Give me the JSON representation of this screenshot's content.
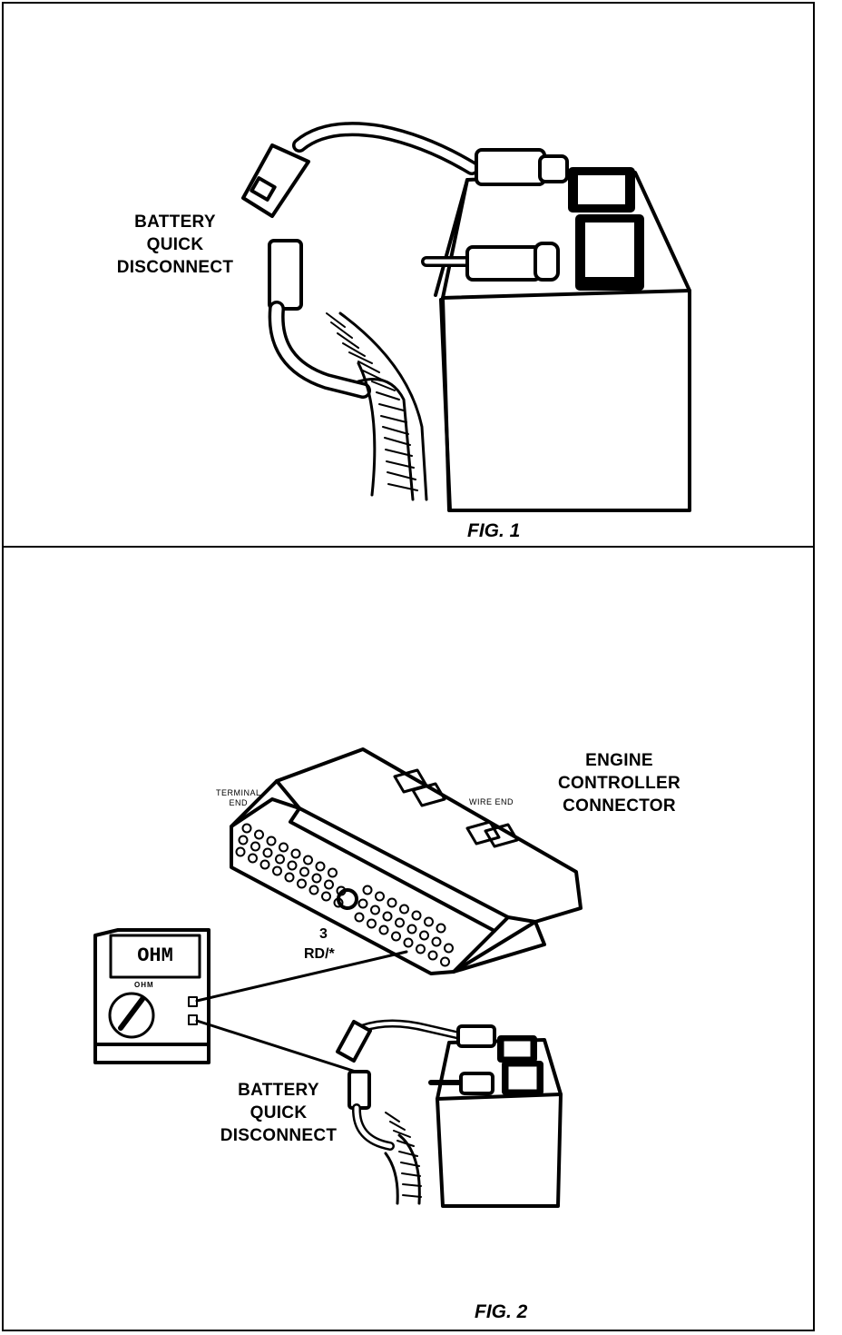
{
  "fig1": {
    "label_line1": "BATTERY",
    "label_line2": "QUICK",
    "label_line3": "DISCONNECT",
    "caption": "FIG. 1"
  },
  "fig2": {
    "connector_line1": "ENGINE",
    "connector_line2": "CONTROLLER",
    "connector_line3": "CONNECTOR",
    "terminal_end_line1": "TERMINAL",
    "terminal_end_line2": "END",
    "wire_end": "WIRE END",
    "pin_number": "3",
    "wire_color": "RD/*",
    "meter_display": "OHM",
    "meter_dial": "OHM",
    "label_line1": "BATTERY",
    "label_line2": "QUICK",
    "label_line3": "DISCONNECT",
    "caption": "FIG. 2"
  }
}
